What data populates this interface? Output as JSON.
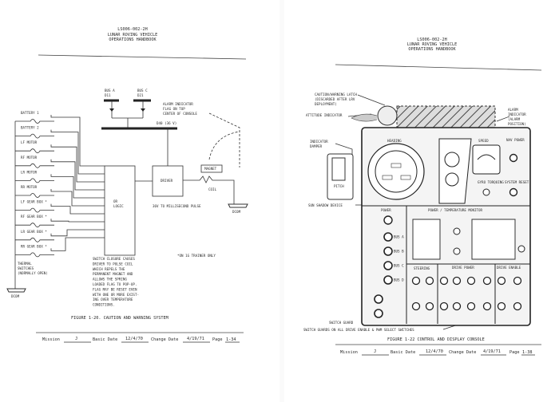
{
  "left_page": {
    "header": {
      "doc_number": "LS006-002-2H",
      "title_line1": "LUNAR ROVING VEHICLE",
      "title_line2": "OPERATIONS HANDBOOK"
    },
    "diagram": {
      "bus_a": "BUS A",
      "bus_a_id": "D11",
      "bus_c": "BUS C",
      "bus_c_id": "D21",
      "main_bus": "D40 (36 V)",
      "alarm_note": [
        "ALARM INDICATOR",
        "FLAG ON TOP",
        "CENTER OF CONSOLE"
      ],
      "switches": [
        "BATTERY 1",
        "BATTERY 2",
        "LF MOTOR",
        "RF MOTOR",
        "LR MOTOR",
        "RR MOTOR",
        "LF GEAR BOX *",
        "RF GEAR BOX *",
        "LR GEAR BOX *",
        "RR GEAR BOX *"
      ],
      "thermal_label": [
        "THERMAL",
        "SWITCHES",
        "(NORMALLY OPEN)"
      ],
      "ground_left": "DCOM",
      "ground_right": "DCOM",
      "or_logic": [
        "OR",
        "LOGIC"
      ],
      "driver": "DRIVER",
      "magnet": "MAGNET",
      "coil": "COIL",
      "pulse_note": "36V TO MILLISECOND PULSE",
      "trainer_note": "*ON 1G TRAINER ONLY",
      "description": [
        "SWITCH CLOSURE CAUSES",
        "DRIVER TO PULSE COIL",
        "WHICH REPELS THE",
        "PERMANENT MAGNET AND",
        "ALLOWS THE SPRING",
        "LOADED FLAG TO POP-UP.",
        "FLAG MAY BE RESET EVEN",
        "WITH ONE OR MORE EXIST-",
        "ING OVER TEMPERATURE",
        "CONDITIONS."
      ]
    },
    "caption": "FIGURE 1-20.  CAUTION AND WARNING SYSTEM",
    "footer": {
      "mission_label": "Mission",
      "mission": "J",
      "basic_date_label": "Basic Date",
      "basic_date": "12/4/70",
      "change_date_label": "Change Date",
      "change_date": "4/19/71",
      "page_label": "Page",
      "page": "1-34"
    }
  },
  "right_page": {
    "header": {
      "doc_number": "LS006-002-2H",
      "title_line1": "LUNAR ROVING VEHICLE",
      "title_line2": "OPERATIONS HANDBOOK"
    },
    "callouts": {
      "latch": [
        "CAUTION/WARNING LATCH",
        "(DISCARDED AFTER LRV",
        "DEPLOYMENT)"
      ],
      "attitude": "ATTITUDE INDICATOR",
      "damper": [
        "INDICATOR",
        "DAMPER"
      ],
      "alarm": [
        "ALARM",
        "INDICATOR",
        "(ALARM",
        "POSITION)"
      ],
      "sun_shadow": "SUN SHADOW DEVICE",
      "switch_guard": "SWITCH GUARD",
      "switch_guards_all": "SWITCH GUARDS ON ALL DRIVE ENABLE & PWM SELECT SWITCHES"
    },
    "console": {
      "heading": "HEADING",
      "pitch": "PITCH",
      "speed": "SPEED",
      "nav_power": "NAV POWER",
      "gyro": "GYRO TORQUING",
      "system_reset": "SYSTEM RESET",
      "power": "POWER",
      "ptm": "POWER / TEMPERATURE MONITOR",
      "steering": "STEERING",
      "drive_power": "DRIVE POWER",
      "drive_enable": "DRIVE ENABLE",
      "bus_labels": [
        "BUS A",
        "BUS B",
        "BUS C",
        "BUS D"
      ]
    },
    "caption": "FIGURE 1-22   CONTROL AND DISPLAY CONSOLE",
    "footer": {
      "mission_label": "Mission",
      "mission": "J",
      "basic_date_label": "Basic Date",
      "basic_date": "12/4/70",
      "change_date_label": "Change Date",
      "change_date": "4/19/71",
      "page_label": "Page",
      "page": "1-38"
    }
  }
}
